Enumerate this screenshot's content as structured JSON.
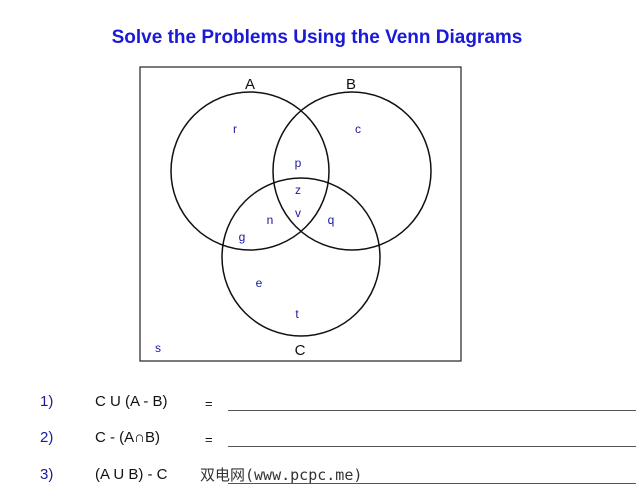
{
  "title": "Solve the Problems Using the Venn Diagrams",
  "venn": {
    "sets": [
      "A",
      "B",
      "C"
    ],
    "elements": {
      "r": "r",
      "c": "c",
      "p": "p",
      "z": "z",
      "v": "v",
      "n": "n",
      "q": "q",
      "g": "g",
      "e": "e",
      "t": "t",
      "s": "s"
    }
  },
  "problems": [
    {
      "num": "1)",
      "expr": "C U (A - B)",
      "eq": "="
    },
    {
      "num": "2)",
      "expr": "C - (A∩B)",
      "eq": "="
    },
    {
      "num": "3)",
      "expr": "(A U B) - C",
      "eq": ""
    }
  ],
  "watermark": "双电网(www.pcpc.me)",
  "colors": {
    "title": "#1a1ad6",
    "element": "#1a1a9a"
  }
}
